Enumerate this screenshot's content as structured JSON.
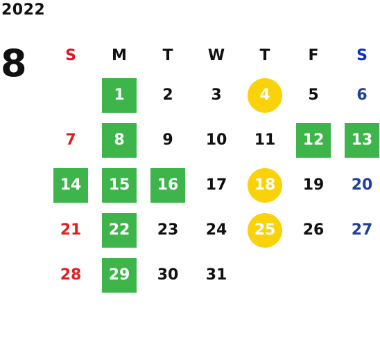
{
  "header": {
    "year": "2022",
    "month": "8"
  },
  "colors": {
    "sunday": "#e02020",
    "sunday_header": "#e8111b",
    "saturday": "#1e3f9a",
    "saturday_header": "#0a2fd1",
    "weekday": "#111111",
    "green_highlight": "#3db54a",
    "yellow_highlight": "#f9d20a"
  },
  "weekdays": [
    "S",
    "M",
    "T",
    "W",
    "T",
    "F",
    "S"
  ],
  "weeks": [
    [
      {
        "day": ""
      },
      {
        "day": "1",
        "highlight": "green"
      },
      {
        "day": "2"
      },
      {
        "day": "3"
      },
      {
        "day": "4",
        "highlight": "yellow"
      },
      {
        "day": "5"
      },
      {
        "day": "6"
      }
    ],
    [
      {
        "day": "7"
      },
      {
        "day": "8",
        "highlight": "green"
      },
      {
        "day": "9"
      },
      {
        "day": "10"
      },
      {
        "day": "11"
      },
      {
        "day": "12",
        "highlight": "green"
      },
      {
        "day": "13",
        "highlight": "green"
      }
    ],
    [
      {
        "day": "14",
        "highlight": "green"
      },
      {
        "day": "15",
        "highlight": "green"
      },
      {
        "day": "16",
        "highlight": "green"
      },
      {
        "day": "17"
      },
      {
        "day": "18",
        "highlight": "yellow"
      },
      {
        "day": "19"
      },
      {
        "day": "20"
      }
    ],
    [
      {
        "day": "21"
      },
      {
        "day": "22",
        "highlight": "green"
      },
      {
        "day": "23"
      },
      {
        "day": "24"
      },
      {
        "day": "25",
        "highlight": "yellow"
      },
      {
        "day": "26"
      },
      {
        "day": "27"
      }
    ],
    [
      {
        "day": "28"
      },
      {
        "day": "29",
        "highlight": "green"
      },
      {
        "day": "30"
      },
      {
        "day": "31"
      },
      {
        "day": ""
      },
      {
        "day": ""
      },
      {
        "day": ""
      }
    ]
  ]
}
